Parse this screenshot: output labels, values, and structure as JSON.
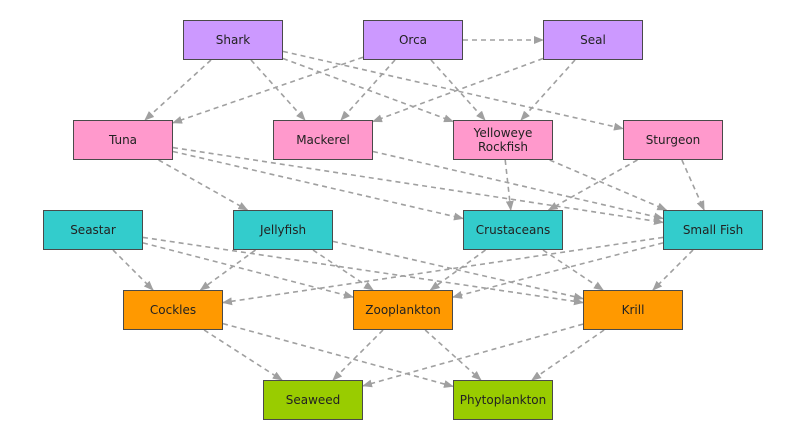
{
  "colors": {
    "predator": "#cc99ff",
    "fish": "#ff99cc",
    "invertebrate": "#33cccc",
    "small": "#ff9900",
    "producer": "#99cc00",
    "edge": "#a0a0a0"
  },
  "nodes": [
    {
      "id": "shark",
      "label": "Shark",
      "group": "predator"
    },
    {
      "id": "orca",
      "label": "Orca",
      "group": "predator"
    },
    {
      "id": "seal",
      "label": "Seal",
      "group": "predator"
    },
    {
      "id": "tuna",
      "label": "Tuna",
      "group": "fish"
    },
    {
      "id": "mackerel",
      "label": "Mackerel",
      "group": "fish"
    },
    {
      "id": "yelloweye",
      "label": "Yelloweye\nRockfish",
      "group": "fish"
    },
    {
      "id": "sturgeon",
      "label": "Sturgeon",
      "group": "fish"
    },
    {
      "id": "seastar",
      "label": "Seastar",
      "group": "invertebrate"
    },
    {
      "id": "jellyfish",
      "label": "Jellyfish",
      "group": "invertebrate"
    },
    {
      "id": "crustaceans",
      "label": "Crustaceans",
      "group": "invertebrate"
    },
    {
      "id": "smallfish",
      "label": "Small Fish",
      "group": "invertebrate"
    },
    {
      "id": "cockles",
      "label": "Cockles",
      "group": "small"
    },
    {
      "id": "zooplankton",
      "label": "Zooplankton",
      "group": "small"
    },
    {
      "id": "krill",
      "label": "Krill",
      "group": "small"
    },
    {
      "id": "seaweed",
      "label": "Seaweed",
      "group": "producer"
    },
    {
      "id": "phytoplankton",
      "label": "Phytoplankton",
      "group": "producer"
    }
  ],
  "edges": [
    {
      "from": "orca",
      "to": "seal"
    },
    {
      "from": "shark",
      "to": "tuna"
    },
    {
      "from": "shark",
      "to": "mackerel"
    },
    {
      "from": "shark",
      "to": "yelloweye"
    },
    {
      "from": "shark",
      "to": "sturgeon"
    },
    {
      "from": "orca",
      "to": "tuna"
    },
    {
      "from": "orca",
      "to": "mackerel"
    },
    {
      "from": "orca",
      "to": "yelloweye"
    },
    {
      "from": "seal",
      "to": "mackerel"
    },
    {
      "from": "seal",
      "to": "yelloweye"
    },
    {
      "from": "tuna",
      "to": "jellyfish"
    },
    {
      "from": "tuna",
      "to": "crustaceans"
    },
    {
      "from": "tuna",
      "to": "smallfish"
    },
    {
      "from": "mackerel",
      "to": "smallfish"
    },
    {
      "from": "yelloweye",
      "to": "crustaceans"
    },
    {
      "from": "yelloweye",
      "to": "smallfish"
    },
    {
      "from": "sturgeon",
      "to": "crustaceans"
    },
    {
      "from": "sturgeon",
      "to": "smallfish"
    },
    {
      "from": "seastar",
      "to": "cockles"
    },
    {
      "from": "seastar",
      "to": "zooplankton"
    },
    {
      "from": "seastar",
      "to": "krill"
    },
    {
      "from": "jellyfish",
      "to": "cockles"
    },
    {
      "from": "jellyfish",
      "to": "zooplankton"
    },
    {
      "from": "jellyfish",
      "to": "krill"
    },
    {
      "from": "crustaceans",
      "to": "zooplankton"
    },
    {
      "from": "crustaceans",
      "to": "krill"
    },
    {
      "from": "smallfish",
      "to": "cockles"
    },
    {
      "from": "smallfish",
      "to": "zooplankton"
    },
    {
      "from": "smallfish",
      "to": "krill"
    },
    {
      "from": "cockles",
      "to": "seaweed"
    },
    {
      "from": "cockles",
      "to": "phytoplankton"
    },
    {
      "from": "zooplankton",
      "to": "seaweed"
    },
    {
      "from": "zooplankton",
      "to": "phytoplankton"
    },
    {
      "from": "krill",
      "to": "seaweed"
    },
    {
      "from": "krill",
      "to": "phytoplankton"
    }
  ]
}
